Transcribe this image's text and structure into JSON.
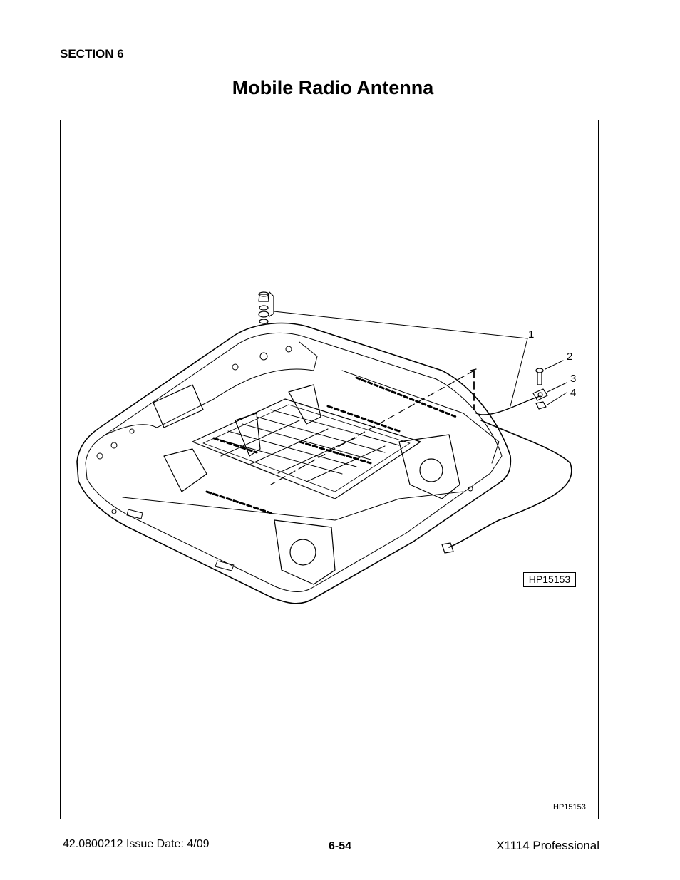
{
  "header": {
    "section": "SECTION 6",
    "title": "Mobile Radio Antenna"
  },
  "figure": {
    "figure_id": "HP15153",
    "figure_id_small": "HP15153",
    "callouts": [
      "1",
      "2",
      "3",
      "4"
    ],
    "illustration": "roof-panel-exploded-view"
  },
  "footer": {
    "doc_info": "42.0800212  Issue Date: 4/09",
    "page_number": "6-54",
    "model": "X1114 Professional"
  }
}
